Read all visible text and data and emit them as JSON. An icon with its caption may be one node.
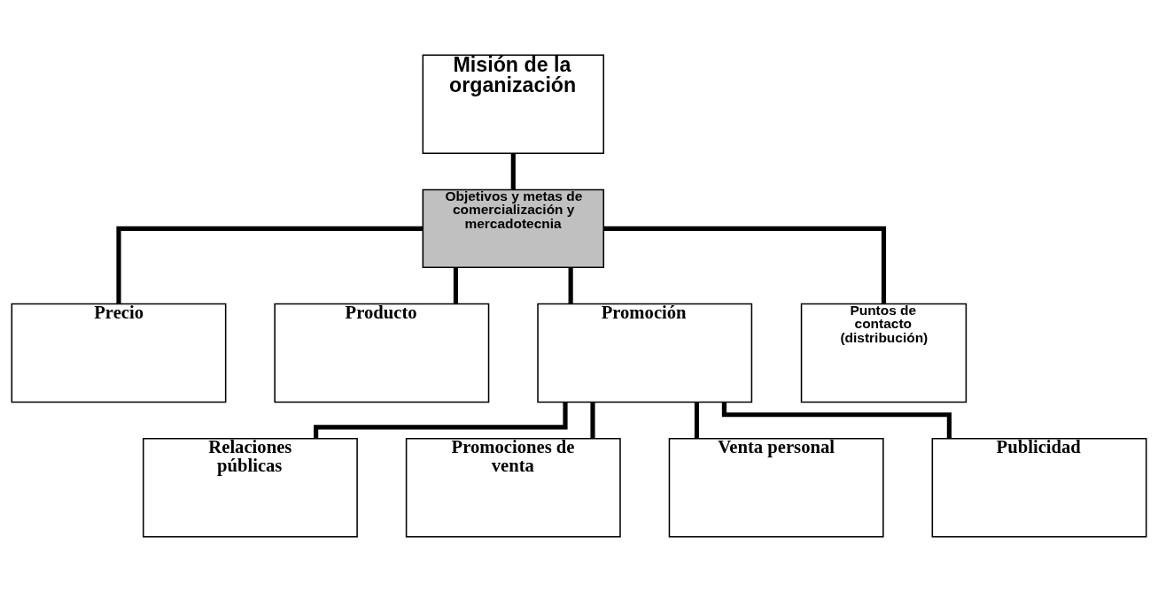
{
  "diagram": {
    "nodes": [
      {
        "text": [
          "Misión de la organización"
        ]
      },
      {
        "text": [
          "Objetivos y metas de comercialización y mercadotecnia"
        ]
      },
      {
        "text": [
          "Precio"
        ]
      },
      {
        "text": [
          "Producto"
        ]
      },
      {
        "text": [
          "Promoción"
        ]
      },
      {
        "text": [
          "Puntos de contacto (distribución)"
        ]
      },
      {
        "text": [
          "Relaciones públicas"
        ]
      },
      {
        "text": [
          "Promociones de venta"
        ]
      },
      {
        "text": [
          "Venta personal"
        ]
      },
      {
        "text": [
          "Publicidad"
        ]
      }
    ],
    "edges": [
      {
        "from": 0,
        "to": 1,
        "arrow": "none"
      },
      {
        "from": 1,
        "to": 2,
        "arrow": "none"
      },
      {
        "from": 1,
        "to": 3,
        "arrow": "none"
      },
      {
        "from": 1,
        "to": 4,
        "arrow": "none"
      },
      {
        "from": 1,
        "to": 5,
        "arrow": "none"
      },
      {
        "from": 4,
        "to": 6,
        "arrow": "none"
      },
      {
        "from": 4,
        "to": 7,
        "arrow": "none"
      },
      {
        "from": 4,
        "to": 8,
        "arrow": "none"
      },
      {
        "from": 4,
        "to": 9,
        "arrow": "none"
      }
    ]
  }
}
